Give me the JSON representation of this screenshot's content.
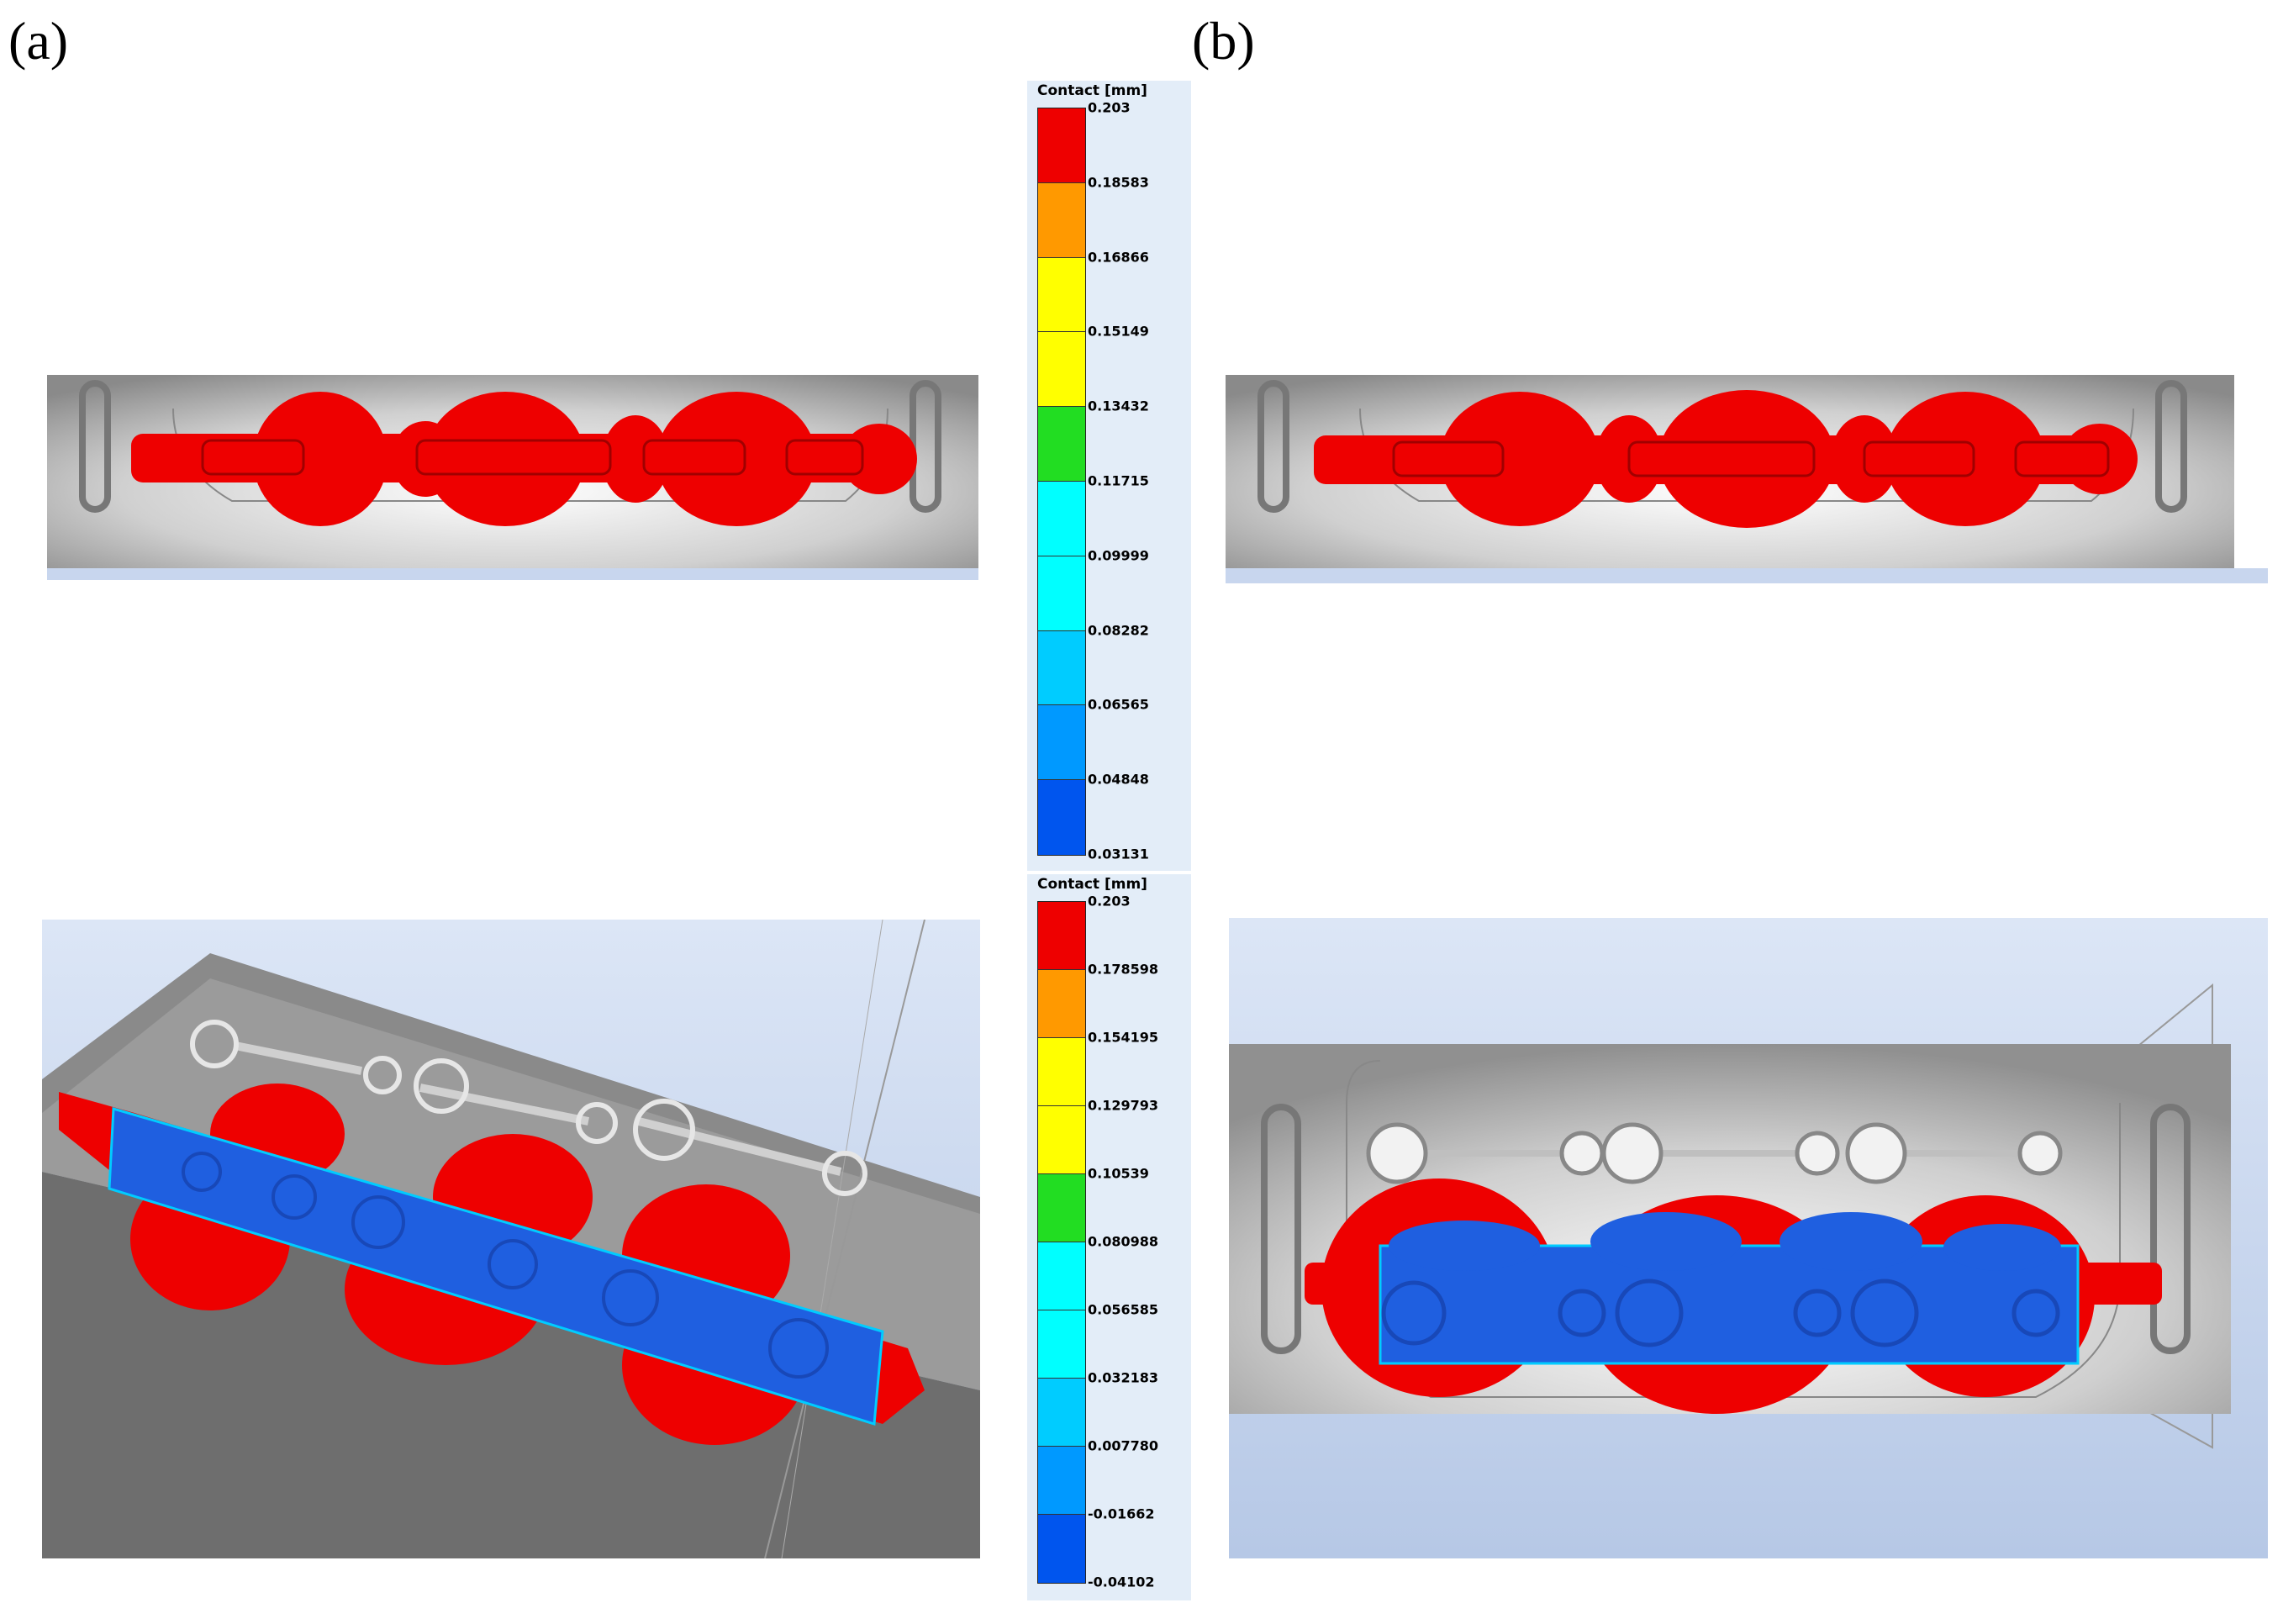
{
  "panels": {
    "a": {
      "label": "(a)"
    },
    "b": {
      "label": "(b)"
    }
  },
  "legend_top": {
    "title": "Contact [mm]",
    "ticks": [
      "0.203",
      "0.18583",
      "0.16866",
      "0.15149",
      "0.13432",
      "0.11715",
      "0.09999",
      "0.08282",
      "0.06565",
      "0.04848",
      "0.03131"
    ],
    "colors": [
      "#ee0000",
      "#ff9900",
      "#ffff00",
      "#ffff00",
      "#22dd22",
      "#00ffff",
      "#00ffff",
      "#00ccff",
      "#0099ff",
      "#0055ee",
      "#0000ee"
    ]
  },
  "legend_bottom": {
    "title": "Contact [mm]",
    "ticks": [
      "0.203",
      "0.178598",
      "0.154195",
      "0.129793",
      "0.10539",
      "0.080988",
      "0.056585",
      "0.032183",
      "0.007780",
      "-0.01662",
      "-0.04102"
    ],
    "colors": [
      "#ee0000",
      "#ff9900",
      "#ffff00",
      "#ffff00",
      "#22dd22",
      "#00ffff",
      "#00ffff",
      "#00ccff",
      "#0099ff",
      "#0055ee",
      "#0000ee"
    ]
  },
  "colors": {
    "contact_red": "#ee0000",
    "contact_blue": "#1f5fe0",
    "die_grey": "#b8b8b8",
    "background_blue": "#c8d6ee"
  }
}
